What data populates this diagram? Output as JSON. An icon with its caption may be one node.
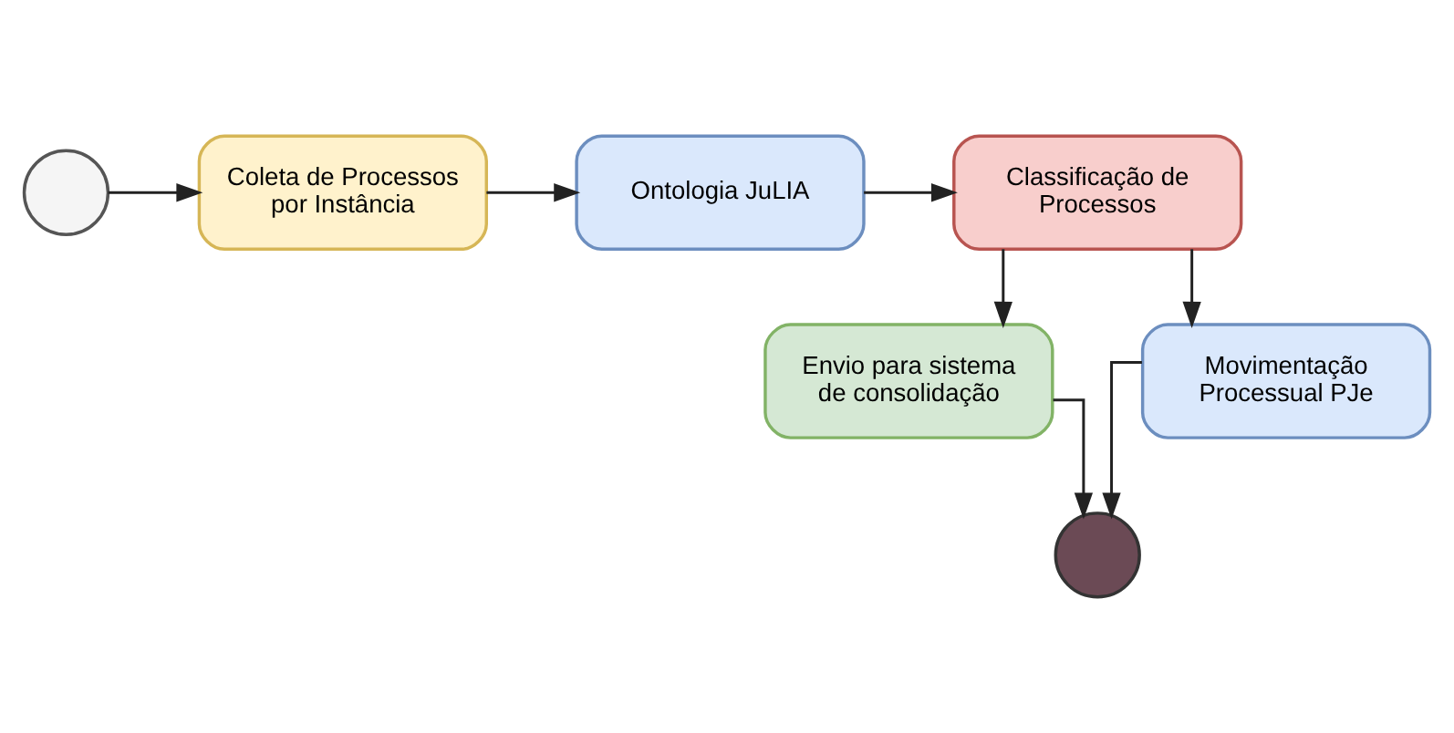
{
  "diagram": {
    "nodes": [
      {
        "text": [],
        "shape": "circle"
      },
      {
        "text": [
          "Coleta de Processos por Instância"
        ]
      },
      {
        "text": [
          "Ontologia JuLIA"
        ]
      },
      {
        "text": [
          "Classificação de Processos"
        ]
      },
      {
        "text": [
          "Envio para sistema de consolidação"
        ]
      },
      {
        "text": [
          "Movimentação Processual PJe"
        ]
      },
      {
        "text": [],
        "shape": "circle"
      }
    ],
    "edges": [
      {
        "from": 0,
        "to": 1,
        "arrow": "to"
      },
      {
        "from": 1,
        "to": 2,
        "arrow": "to"
      },
      {
        "from": 2,
        "to": 3,
        "arrow": "to"
      },
      {
        "from": 3,
        "to": 4,
        "arrow": "to"
      },
      {
        "from": 3,
        "to": 5,
        "arrow": "to"
      },
      {
        "from": 4,
        "to": 6,
        "arrow": "to"
      },
      {
        "from": 5,
        "to": 6,
        "arrow": "to"
      }
    ]
  }
}
